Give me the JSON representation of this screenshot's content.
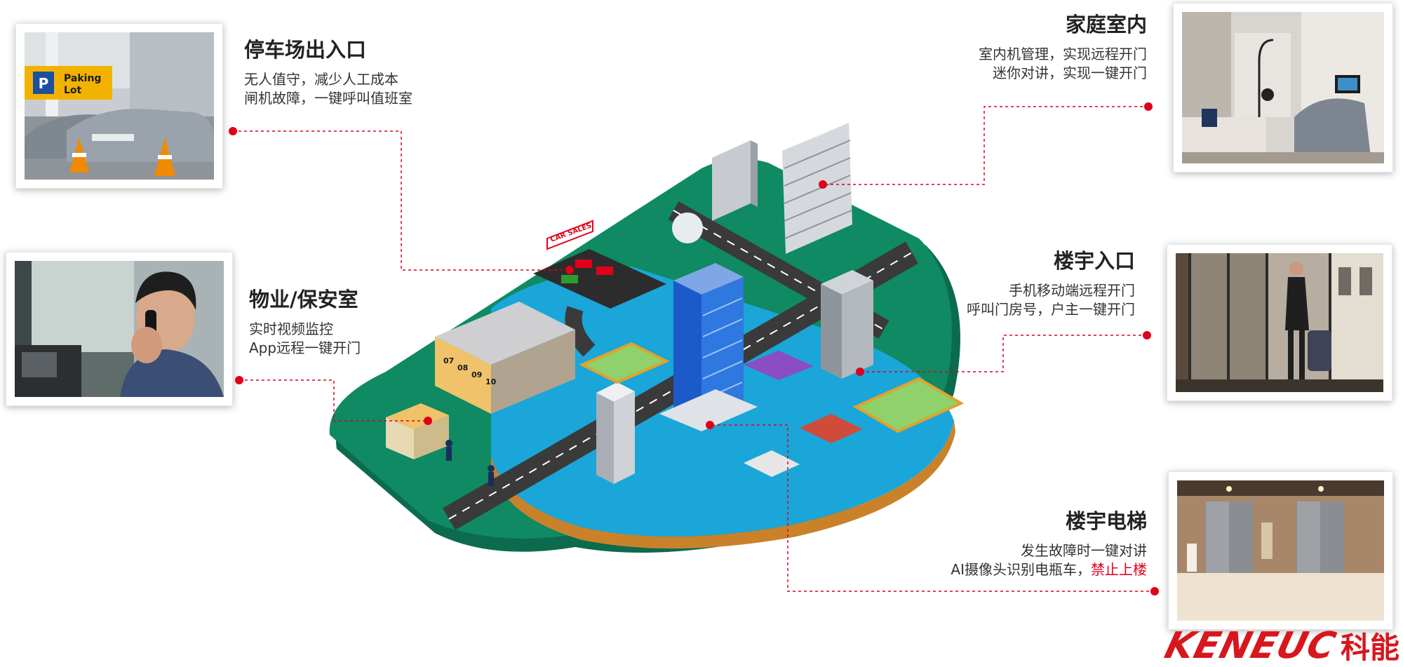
{
  "sections": {
    "parking": {
      "title": "停车场出入口",
      "line1": "无人值守，减少人工成本",
      "line2": "闸机故障，一键呼叫值班室",
      "sign_line1": "Paking",
      "sign_line2": "Lot",
      "sign_letter": "P"
    },
    "security": {
      "title": "物业/保安室",
      "line1": "实时视频监控",
      "line2": "App远程一键开门"
    },
    "home": {
      "title": "家庭室内",
      "line1": "室内机管理，实现远程开门",
      "line2": "迷你对讲，实现一键开门"
    },
    "entrance": {
      "title": "楼宇入口",
      "line1": "手机移动端远程开门",
      "line2": "呼叫门房号，户主一键开门"
    },
    "elevator": {
      "title": "楼宇电梯",
      "line1": "发生故障时一键对讲",
      "line2_prefix": "AI摄像头识别电瓶车，",
      "line2_highlight": "禁止上楼"
    }
  },
  "illustration": {
    "car_sales_sign": "CAR SALES",
    "garage_numbers": [
      "07",
      "08",
      "09",
      "10"
    ]
  },
  "brand": {
    "latin": "KENEUC",
    "chinese": "科能",
    "color": "#d8161e"
  },
  "colors": {
    "accent_red": "#e0001b",
    "ground_green": "#0d7a5c",
    "water_blue": "#1aa6d8",
    "road_dark": "#3a3a3a"
  }
}
